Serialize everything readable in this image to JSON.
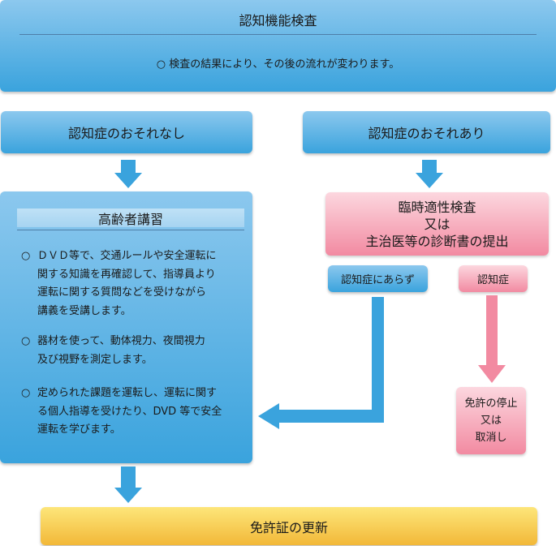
{
  "top": {
    "title": "認知機能検査",
    "note": "○ 検査の結果により、その後の流れが変わります。"
  },
  "branches": {
    "left": "認知症のおそれなし",
    "right": "認知症のおそれあり"
  },
  "lecture": {
    "title": "高齢者講習",
    "items": [
      {
        "bullet": "○",
        "lines": [
          "ＤＶＤ等で、交通ルールや安全運転に",
          "関する知識を再確認して、指導員より",
          "運転に関する質問などを受けながら",
          "講義を受講します。"
        ]
      },
      {
        "bullet": "○",
        "lines": [
          "器材を使って、動体視力、夜間視力",
          "及び視野を測定します。"
        ]
      },
      {
        "bullet": "○",
        "lines": [
          "定められた課題を運転し、運転に関す",
          "る個人指導を受けたり、DVD 等で安全",
          "運転を学びます。"
        ]
      }
    ]
  },
  "check": {
    "lines": [
      "臨時適性検査",
      "又は",
      "主治医等の診断書の提出"
    ]
  },
  "results": {
    "not_dementia": "認知症にあらず",
    "dementia": "認知症"
  },
  "stop": {
    "lines": [
      "免許の停止",
      "又は",
      "取消し"
    ]
  },
  "renewal": "免許証の更新",
  "colors": {
    "blue": "#3aa3dd",
    "pink": "#f28aa1",
    "yellow": "#f2b838",
    "rule": "#4f7fa8"
  }
}
